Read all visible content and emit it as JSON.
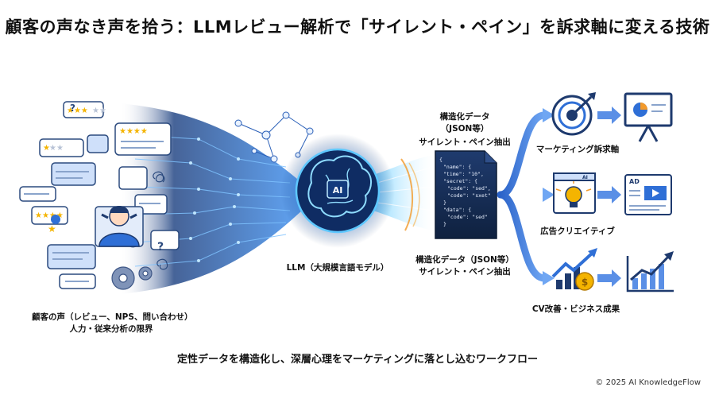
{
  "title": "顧客の声なき声を拾う：LLMレビュー解析で「サイレント・ペイン」を訴求軸に変える技術",
  "left_caption": {
    "line1": "顧客の声（レビュー、NPS、問い合わせ）",
    "line2": "人力・従来分析の限界"
  },
  "center_caption": "LLM（大規模言語モデル）",
  "brain_badge": "AI",
  "structured_top": {
    "line1": "構造化データ",
    "line2": "（JSON等）",
    "line3": "サイレント・ペイン抽出"
  },
  "structured_bottom": {
    "line1": "構造化データ（JSON等）",
    "line2": "サイレント・ペイン抽出"
  },
  "json_lines": [
    "\"name\": {",
    "\"time\": \"10\",",
    "\"secret\": {",
    "\"code\": \"sed\",",
    "\"code\": \"sxet\"",
    "}",
    "\"data\": {",
    "\"code\": \"sed\"",
    "}"
  ],
  "outputs": {
    "marketing": "マーケティング訴求軸",
    "creative": "広告クリエイティブ",
    "cv": "CV改善・ビジネス成果",
    "ad_badge": "AD",
    "ai_badge": "AI"
  },
  "subtitle": "定性データを構造化し、深層心理をマーケティングに落とし込むワークフロー",
  "copyright": "© 2025 AI KnowledgeFlow",
  "colors": {
    "navy": "#1e3a6e",
    "blue": "#2f6fd6",
    "light_blue": "#cfe0fa",
    "cyan": "#5ec8ff",
    "orange": "#f39a2b",
    "gold": "#f4b400"
  }
}
